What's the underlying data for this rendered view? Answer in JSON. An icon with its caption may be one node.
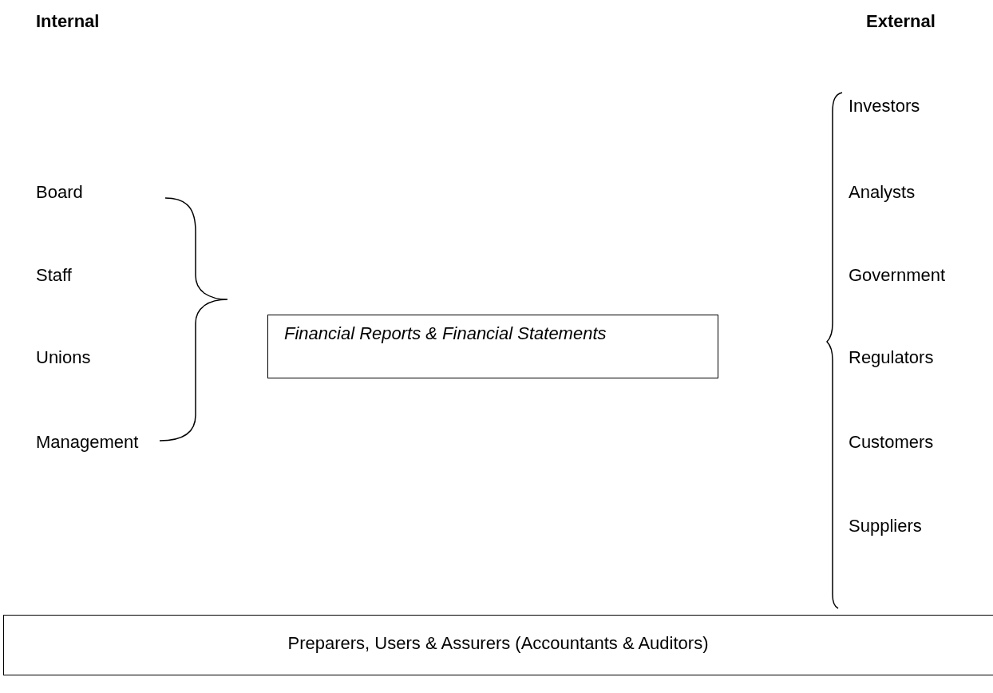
{
  "diagram": {
    "nodes": [
      {
        "text": [
          "Financial Reports & Financial Statements"
        ]
      },
      {
        "text": [
          "Preparers, Users & Assurers (Accountants & Auditors)"
        ]
      }
    ],
    "labels": [
      "Internal",
      "External",
      "Investors",
      "Board",
      "Analysts",
      "Staff",
      "Government",
      "Unions",
      "Regulators",
      "Management",
      "Customers",
      "Suppliers"
    ]
  }
}
